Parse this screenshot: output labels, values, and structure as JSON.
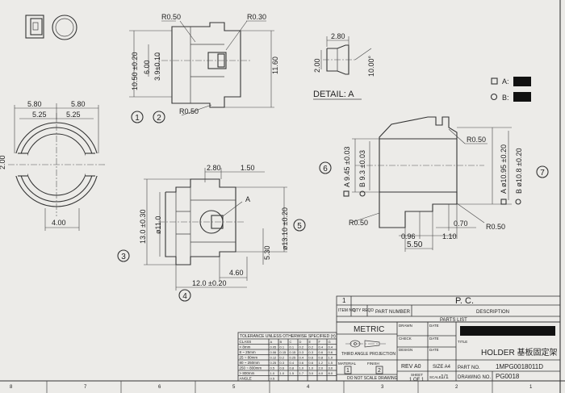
{
  "dimensions": {
    "top_r050": "R0.50",
    "top_r030": "R0.30",
    "left_1050": "10.50 ±0.20",
    "left_600": "6.00",
    "left_390": "3.9±0.10",
    "right_1160": "11.60",
    "bottom_r050": "R0.50",
    "detail_280": "2.80",
    "detail_200": "2.00",
    "detail_1000": "10.00°",
    "detail_label": "DETAIL: A",
    "end_580_left": "5.80",
    "end_580_right": "5.80",
    "end_525_left": "5.25",
    "end_525_right": "5.25",
    "end_400": "4.00",
    "end_200": "2.00",
    "side_280": "2.80",
    "side_150": "1.50",
    "side_a": "A",
    "side_130": "13.0 ±0.30",
    "side_dia11": "ø11.0",
    "side_dia1310": "ø13.10 ±0.20",
    "side_530": "5.30",
    "side_460": "4.60",
    "side_1200": "12.0 ±0.20",
    "sec_945": "A 9.45 ±0.03",
    "sec_93": "B 9.3 ±0.03",
    "sec_1095": "A ø10.95 ±0.20",
    "sec_108": "B ø10.8 ±0.20",
    "sec_r050_top": "R0.50",
    "sec_r050_left": "R0.50",
    "sec_r050_right": "R0.50",
    "sec_070": "0.70",
    "sec_096": "0.96",
    "sec_110": "1.10",
    "sec_550": "5.50"
  },
  "balloons": [
    "1",
    "2",
    "3",
    "4",
    "5",
    "6",
    "7"
  ],
  "options": {
    "a_label": "A:",
    "b_label": "B:"
  },
  "parts_list": {
    "row_num": "1",
    "value": "P. C.",
    "item_no": "ITEM NO.",
    "qty_reqd": "QTY REQD",
    "part_number": "PART NUMBER",
    "description": "DESCRIPTION",
    "title": "PARTS LIST"
  },
  "title_block": {
    "metric": "METRIC",
    "projection": "THIRD ANGLE PROJECTION",
    "material": "MATERIAL",
    "finish": "FINISH",
    "box1": "1",
    "box2": "2",
    "drawn": "DRAWN",
    "check": "CHECK",
    "design": "DESIGN",
    "date1": "DATE",
    "date2": "DATE",
    "date3": "DATE",
    "title_label": "TITLE",
    "holder": "HOLDER 基板固定架",
    "rev": "REV A0",
    "size": "SIZE A4",
    "sheet": "SHEET",
    "sheet_val": "1 OF 1",
    "scale": "SCALE",
    "scale_val": "1/1",
    "part_no_label": "PART NO.",
    "part_no": "1MPG0018011D",
    "drawing_no_label": "DRAWING NO.",
    "drawing_no": "PG0018",
    "no_scale": "DO NOT SCALE DRAWING"
  },
  "tolerance": {
    "title": "TOLERANCE UNLESS OTHERWISE SPECIFIED (±)",
    "header": [
      "CLASS",
      "A",
      "B",
      "C",
      "D",
      "E",
      "F",
      "G"
    ],
    "rows": [
      [
        "< 8mm",
        "0.05",
        "0.1",
        "0.1",
        "0.2",
        "0.2",
        "0.4",
        "0.4"
      ],
      [
        "8 ~ 25mm",
        "0.06",
        "0.15",
        "0.15",
        "0.3",
        "0.3",
        "0.6",
        "0.6"
      ],
      [
        "25 ~ 80mm",
        "0.12",
        "0.2",
        "0.25",
        "0.4",
        "0.6",
        "0.8",
        "1.0"
      ],
      [
        "80 ~ 250mm",
        "0.25",
        "0.3",
        "0.4",
        "0.6",
        "0.6",
        "1.2",
        "1.5"
      ],
      [
        "250 ~ 800mm",
        "0.5",
        "0.6",
        "0.8",
        "1.0",
        "1.0",
        "2.0",
        "3.0"
      ],
      [
        "> 800mm",
        "1.0",
        "1.0",
        "1.5",
        "1.7",
        "3.0",
        "4.0",
        "8.0"
      ],
      [
        "ANGLE",
        "0.5",
        "",
        "",
        "",
        "",
        "",
        ""
      ]
    ]
  },
  "zones": [
    "8",
    "7",
    "6",
    "5",
    "4",
    "3",
    "2",
    "1"
  ]
}
